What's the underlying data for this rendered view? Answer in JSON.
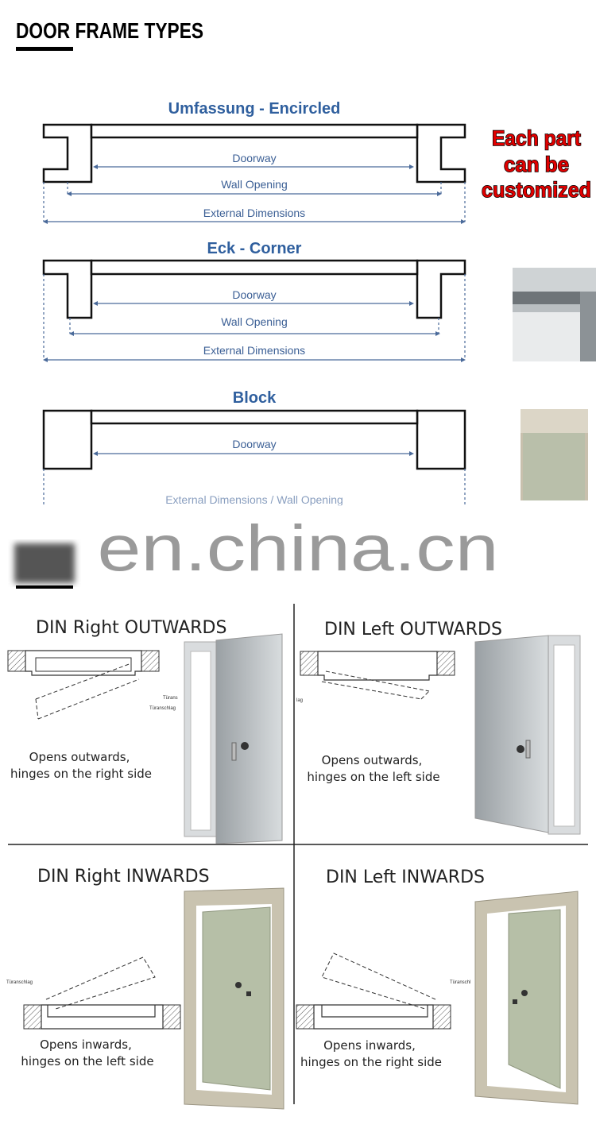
{
  "header": {
    "title": "DOOR FRAME TYPES"
  },
  "frames": [
    {
      "title": "Umfassung - Encircled",
      "labels": [
        "Doorway",
        "Wall Opening",
        "External Dimensions"
      ]
    },
    {
      "title": "Eck - Corner",
      "labels": [
        "Doorway",
        "Wall Opening",
        "External Dimensions"
      ]
    },
    {
      "title": "Block",
      "labels": [
        "Doorway",
        "External Dimensions / Wall Opening"
      ]
    }
  ],
  "callout": {
    "lines": [
      "Each part",
      "can be",
      "customized"
    ],
    "color": "#e00000"
  },
  "watermark": "en.china.cn",
  "quadrants": [
    {
      "title": "DIN Right OUTWARDS",
      "caption": [
        "Opens outwards,",
        "hinges on the right side"
      ],
      "tags": [
        "Türans",
        "Türanschlag"
      ]
    },
    {
      "title": "DIN Left OUTWARDS",
      "caption": [
        "Opens outwards,",
        "hinges on the left side"
      ],
      "tags": [
        "lag"
      ]
    },
    {
      "title": "DIN Right INWARDS",
      "caption": [
        "Opens inwards,",
        "hinges on the left side"
      ],
      "tags": [
        "Türanschlag"
      ]
    },
    {
      "title": "DIN Left INWARDS",
      "caption": [
        "Opens inwards,",
        "hinges on the right side"
      ],
      "tags": [
        "Türanschl"
      ]
    }
  ]
}
